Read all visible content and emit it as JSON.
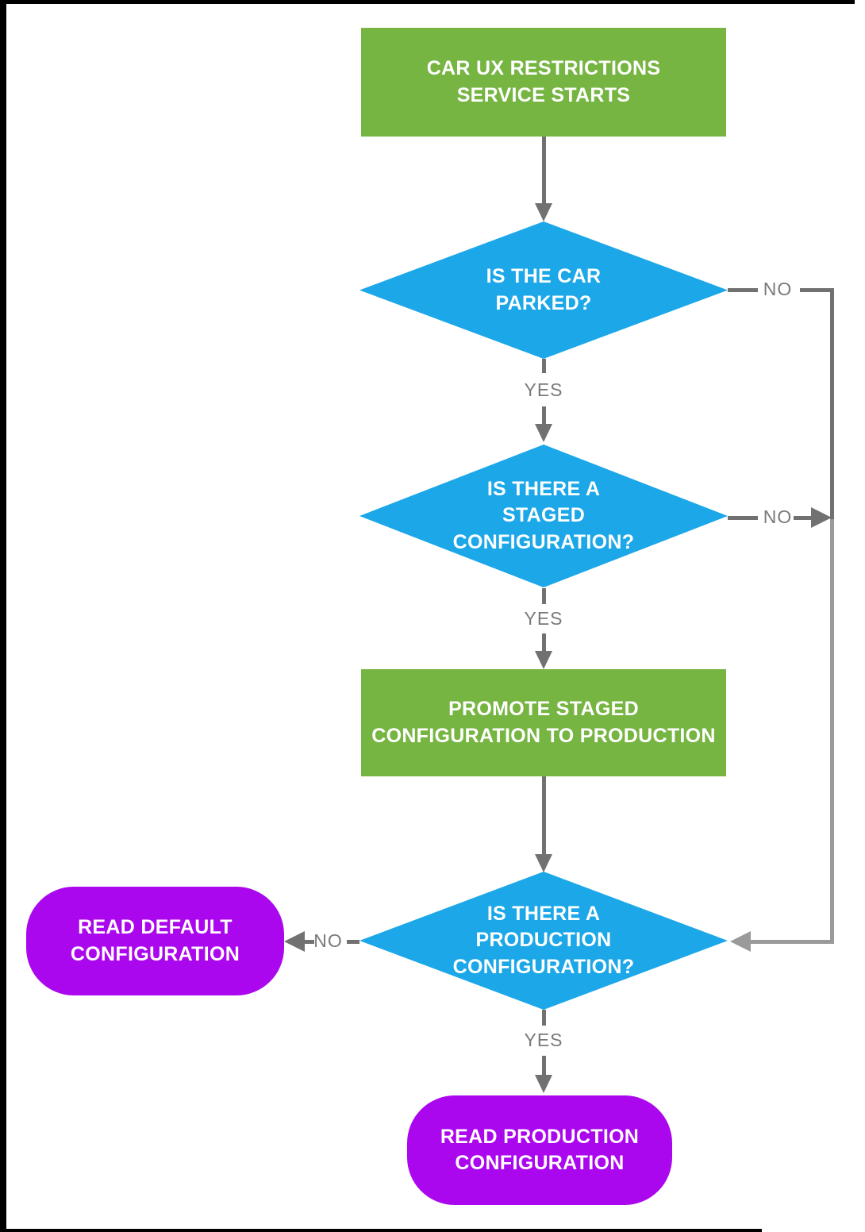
{
  "diagram": {
    "type": "flowchart",
    "colors": {
      "process_fill": "#77B543",
      "decision_fill": "#1BA7E8",
      "terminator_fill": "#AB07EE",
      "connector": "#717171",
      "connector_light": "#9A9A9A",
      "edge_label_text": "#7A7A7A",
      "node_text": "#FFFFFF",
      "frame": "#000000"
    },
    "nodes": [
      {
        "id": "service-starts",
        "shape": "process",
        "label": "CAR UX RESTRICTIONS\nSERVICE STARTS"
      },
      {
        "id": "is-car-parked",
        "shape": "decision",
        "label": "IS THE CAR\nPARKED?"
      },
      {
        "id": "is-staged-config",
        "shape": "decision",
        "label": "IS THERE A\nSTAGED\nCONFIGURATION?"
      },
      {
        "id": "promote-staged",
        "shape": "process",
        "label": "PROMOTE STAGED\nCONFIGURATION TO PRODUCTION"
      },
      {
        "id": "is-production-config",
        "shape": "decision",
        "label": "IS THERE A\nPRODUCTION\nCONFIGURATION?"
      },
      {
        "id": "read-default",
        "shape": "terminator",
        "label": "READ DEFAULT\nCONFIGURATION"
      },
      {
        "id": "read-production",
        "shape": "terminator",
        "label": "READ PRODUCTION\nCONFIGURATION"
      }
    ],
    "edges": [
      {
        "from": "service-starts",
        "to": "is-car-parked",
        "label": ""
      },
      {
        "from": "is-car-parked",
        "to": "is-staged-config",
        "label": "YES"
      },
      {
        "from": "is-car-parked",
        "to": "is-production-config",
        "label": "NO"
      },
      {
        "from": "is-staged-config",
        "to": "promote-staged",
        "label": "YES"
      },
      {
        "from": "is-staged-config",
        "to": "is-production-config",
        "label": "NO"
      },
      {
        "from": "promote-staged",
        "to": "is-production-config",
        "label": ""
      },
      {
        "from": "is-production-config",
        "to": "read-default",
        "label": "NO"
      },
      {
        "from": "is-production-config",
        "to": "read-production",
        "label": "YES"
      }
    ]
  }
}
